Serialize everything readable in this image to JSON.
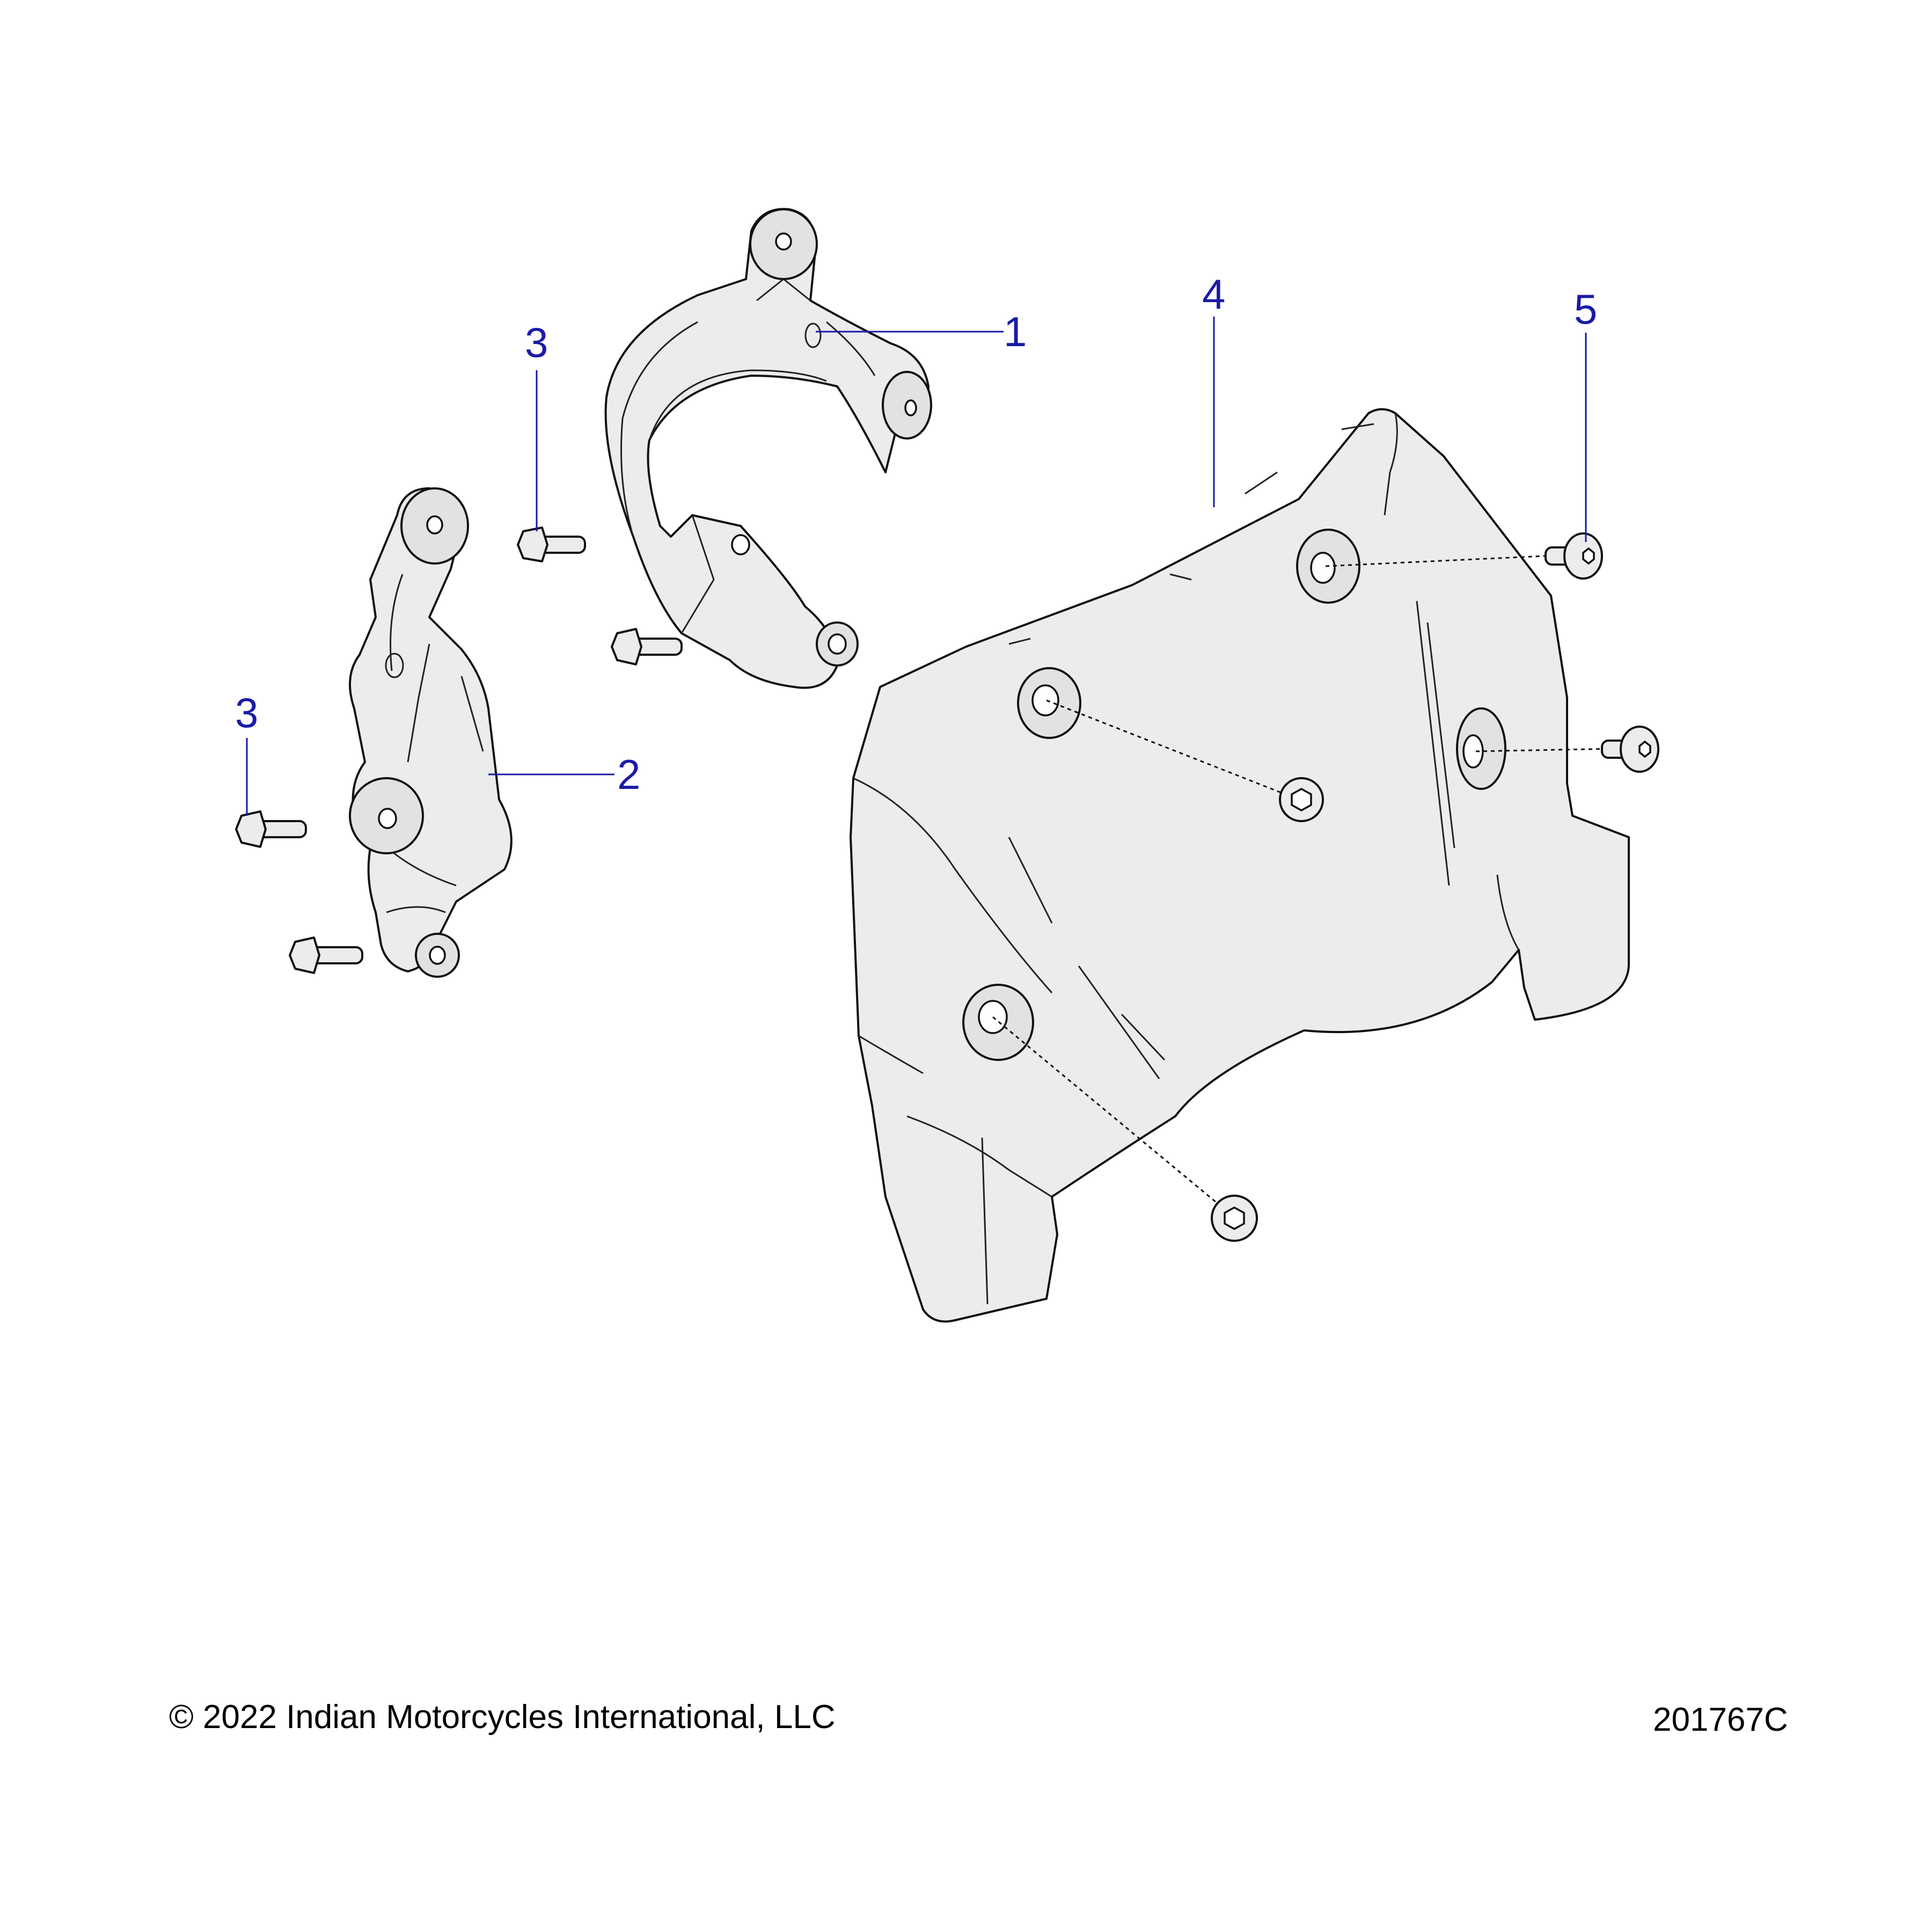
{
  "callouts": {
    "c1": "1",
    "c2": "2",
    "c3a": "3",
    "c3b": "3",
    "c4": "4",
    "c5": "5"
  },
  "footer": {
    "copyright": "© 2022 Indian Motorcycles International, LLC",
    "diagram_id": "201767C"
  },
  "colors": {
    "callout": "#1a1aa8",
    "part_fill": "#ececec",
    "outline": "#111111"
  }
}
